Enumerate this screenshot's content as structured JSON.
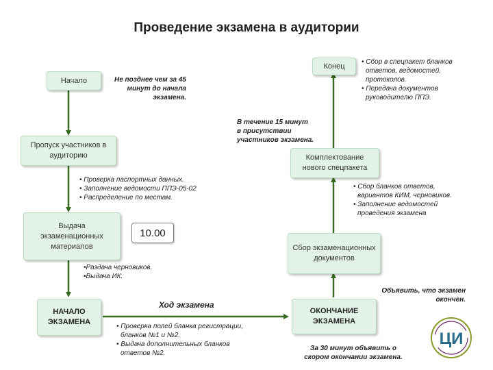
{
  "title": "Проведение экзамена в аудитории",
  "boxes": {
    "start": "Начало",
    "admission": "Пропуск участников в аудиторию",
    "issue": "Выдача экзаменационных материалов",
    "exam_start": "НАЧАЛО ЭКЗАМЕНА",
    "end_box": "Конец",
    "packaging": "Комплектование нового спецпакета",
    "collection": "Сбор экзаменационных документов",
    "exam_end": "ОКОНЧАНИЕ ЭКЗАМЕНА",
    "time": "10.00"
  },
  "notes": {
    "before_start": [
      "Не позднее чем за 45",
      "минут до начала",
      "экзамена."
    ],
    "admission_items": [
      "• Проверка паспортных данных.",
      "• Заполнение ведомости ППЭ-05-02",
      "• Распределение по местам."
    ],
    "issue_items": [
      "•Раздача черновиков.",
      "•Выдача ИК."
    ],
    "exam_progress": "Ход экзамена",
    "progress_items": [
      "• Проверка  полей бланка регистрации,",
      "  бланков №1 и №2.",
      "• Выдача дополнительных бланков",
      "  ответов №2."
    ],
    "warn_30": [
      "За 30 минут объявить о",
      "скором окончании экзамена."
    ],
    "announce_end": [
      "Объявить, что экзамен",
      "окончен."
    ],
    "collection_items": [
      "• Сбор бланков ответов,",
      "  вариантов КИМ, черновиков.",
      "• Заполнение ведомостей",
      "  проведения экзамена"
    ],
    "within_15": [
      "В течение 15 минут",
      "в присутствии",
      "участников экзамена."
    ],
    "end_items": [
      "• Сбор в спецпакет бланков",
      "  ответов, ведомостей,",
      "  протоколов.",
      "• Передача документов",
      "  руководителю ППЭ."
    ]
  },
  "colors": {
    "arrow": "#3a6b22",
    "box_fill": "#e3f2e6",
    "box_border": "#b9d9c0"
  },
  "logo": {
    "letters": "ЦИ"
  }
}
